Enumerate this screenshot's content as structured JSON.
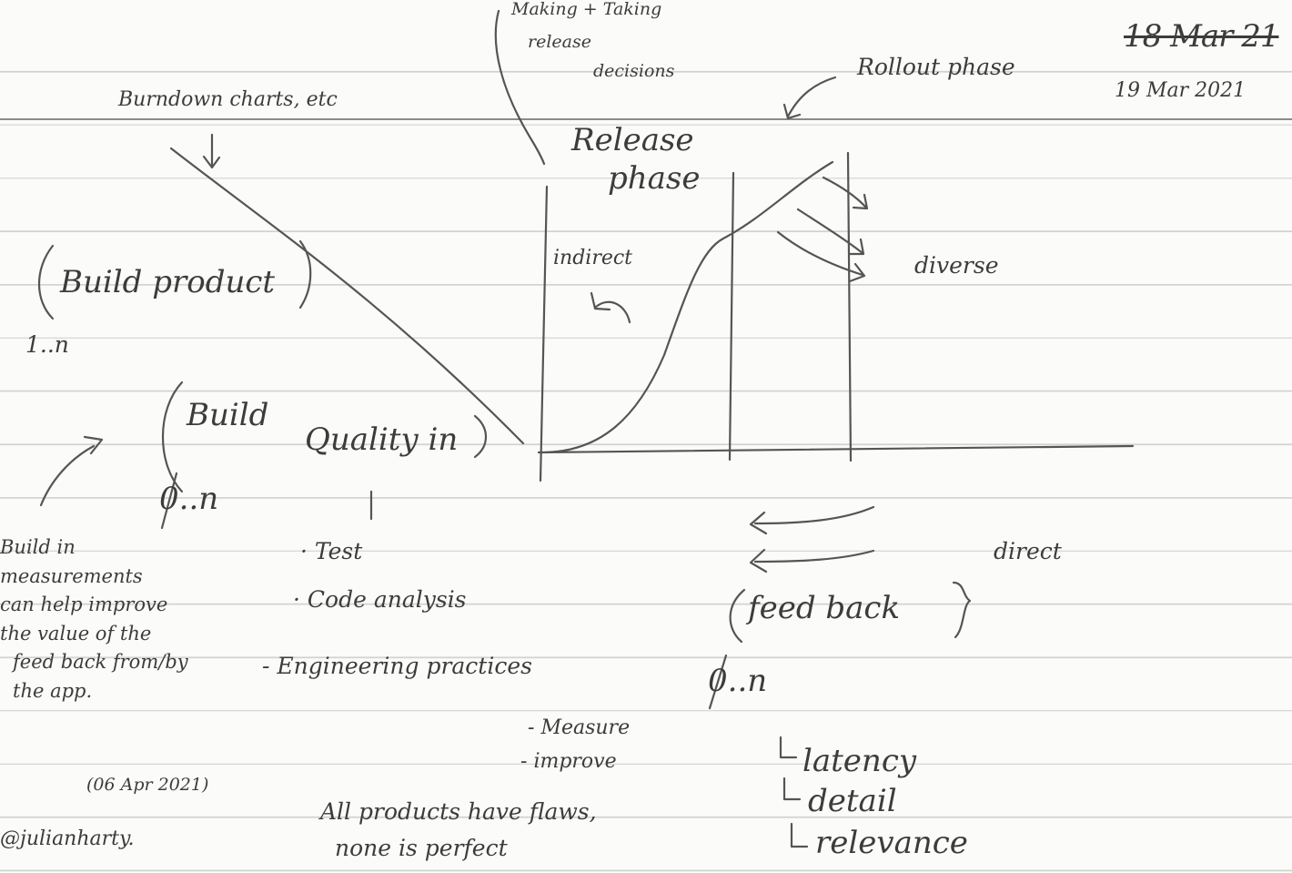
{
  "header": {
    "date_struck": "18 Mar 21",
    "date": "19 Mar 2021"
  },
  "labels": {
    "decisions_note": [
      "Making + Taking",
      "release",
      "decisions"
    ],
    "rollout_phase": "Rollout phase",
    "burndown": "Burndown charts, etc",
    "release_phase": [
      "Release",
      "phase"
    ],
    "indirect": "indirect",
    "diverse": "diverse",
    "direct": "direct"
  },
  "groups": {
    "build_product": {
      "label": "Build product",
      "range": "1..n"
    },
    "build_quality": {
      "label_1": "Build",
      "label_2": "Quality in",
      "range": "0..n"
    },
    "feedback": {
      "label": "feed back",
      "range": "0..n"
    }
  },
  "quality_practices": [
    "Test",
    "Code analysis",
    "Engineering practices"
  ],
  "measure_improve": [
    "Measure",
    "improve"
  ],
  "feedback_aspects": [
    "latency",
    "detail",
    "relevance"
  ],
  "side_note": {
    "lines": [
      "Build in",
      "measurements",
      "can help improve",
      "the value of the",
      "feed back from/by",
      "the app."
    ],
    "date": "(06 Apr 2021)"
  },
  "footer": {
    "statement": [
      "All products have flaws,",
      "none is perfect"
    ],
    "handle": "@julianharty."
  }
}
